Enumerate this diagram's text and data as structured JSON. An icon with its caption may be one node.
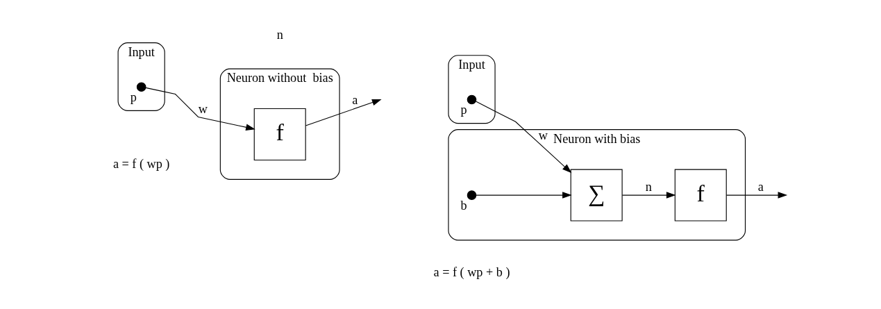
{
  "diagram": {
    "nodes": [
      {
        "text": [
          "Input"
        ]
      },
      {
        "text": [
          "Neuron without  bias"
        ]
      },
      {
        "text": [],
        "shape": "circle",
        "beside": [
          "p"
        ],
        "in": 0
      },
      {
        "text": [
          "f"
        ],
        "in": 1
      },
      {
        "text": [
          "Input"
        ]
      },
      {
        "text": [
          "Neuron with bias"
        ]
      },
      {
        "text": [],
        "shape": "circle",
        "beside": [
          "p"
        ],
        "in": 4
      },
      {
        "text": [
          "∑"
        ],
        "in": 5
      },
      {
        "text": [
          "f"
        ],
        "in": 5
      },
      {
        "text": [],
        "shape": "circle",
        "beside": [
          "b"
        ],
        "in": 5
      }
    ],
    "edges": [
      {
        "from": 2,
        "to": 3,
        "arrow": "to",
        "label": "w"
      },
      {
        "from": 3,
        "to": null,
        "arrow": "to",
        "label": "a"
      },
      {
        "from": 6,
        "to": 7,
        "arrow": "to",
        "label": "w"
      },
      {
        "from": 7,
        "to": 8,
        "arrow": "to",
        "label": "n"
      },
      {
        "from": 8,
        "to": null,
        "arrow": "to",
        "label": "a"
      },
      {
        "from": 9,
        "to": 7,
        "arrow": "to"
      }
    ],
    "labels": [
      "n",
      "a = f ( wp )",
      "a = f ( wp + b )"
    ]
  }
}
